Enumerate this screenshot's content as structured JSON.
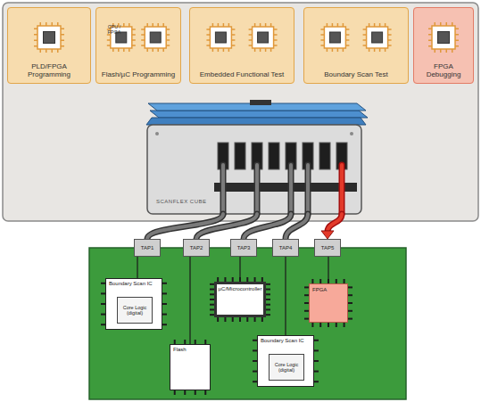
{
  "diagram": {
    "nodes": [
      {
        "text": [
          "PLD/FPGA Programming"
        ]
      },
      {
        "text": [
          "Flash/µC Programming"
        ]
      },
      {
        "text": [
          "Embedded Functional Test"
        ]
      },
      {
        "text": [
          "Boundary Scan Test"
        ]
      },
      {
        "text": [
          "FPGA Debugging"
        ]
      },
      {
        "text": [
          "SCANFLEX CUBE"
        ]
      },
      {
        "text": [
          "TAP1"
        ]
      },
      {
        "text": [
          "TAP2"
        ]
      },
      {
        "text": [
          "TAP3"
        ]
      },
      {
        "text": [
          "TAP4"
        ]
      },
      {
        "text": [
          "TAP5"
        ]
      },
      {
        "text": [
          "Boundary Scan IC"
        ]
      },
      {
        "text": [
          "Core Logic (digital)"
        ],
        "in": 11
      },
      {
        "text": [
          "µC/Microcontroller"
        ]
      },
      {
        "text": [
          "FPGA"
        ]
      },
      {
        "text": [
          "Flash"
        ]
      },
      {
        "text": [
          "Boundary Scan IC"
        ]
      },
      {
        "text": [
          "Core Logic (digital)"
        ],
        "in": 16
      }
    ],
    "edges": [
      {
        "from": 5,
        "to": 6,
        "arrow": "none"
      },
      {
        "from": 5,
        "to": 7,
        "arrow": "none"
      },
      {
        "from": 5,
        "to": 8,
        "arrow": "none"
      },
      {
        "from": 5,
        "to": 9,
        "arrow": "none"
      },
      {
        "from": 5,
        "to": 10,
        "arrow": "to"
      },
      {
        "from": 6,
        "to": 11,
        "arrow": "none"
      },
      {
        "from": 7,
        "to": 15,
        "arrow": "none"
      },
      {
        "from": 8,
        "to": 13,
        "arrow": "none"
      },
      {
        "from": 9,
        "to": 16,
        "arrow": "none"
      },
      {
        "from": 10,
        "to": 14,
        "arrow": "none"
      }
    ],
    "labels": [
      "CPU / FPGA"
    ]
  }
}
